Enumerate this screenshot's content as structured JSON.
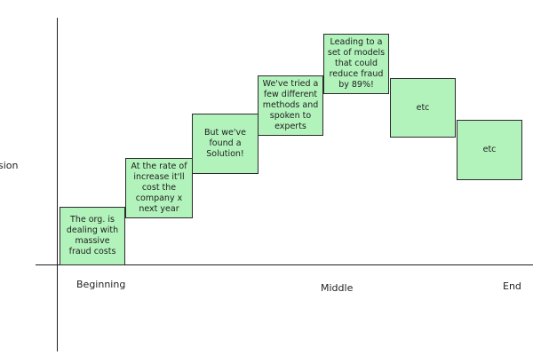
{
  "axis": {
    "y_label": "sion",
    "x_labels": {
      "beginning": "Beginning",
      "middle": "Middle",
      "end": "End"
    }
  },
  "notes": [
    "The org. is dealing with massive fraud costs",
    "At the rate of increase it'll cost the company x next year",
    "But we've found a Solution!",
    "We've tried a few different methods and spoken to experts",
    "Leading to a set of models that could reduce fraud by 89%!",
    "etc",
    "etc"
  ],
  "colors": {
    "note_fill": "#b2f2bb",
    "stroke": "#1e1e1e"
  }
}
